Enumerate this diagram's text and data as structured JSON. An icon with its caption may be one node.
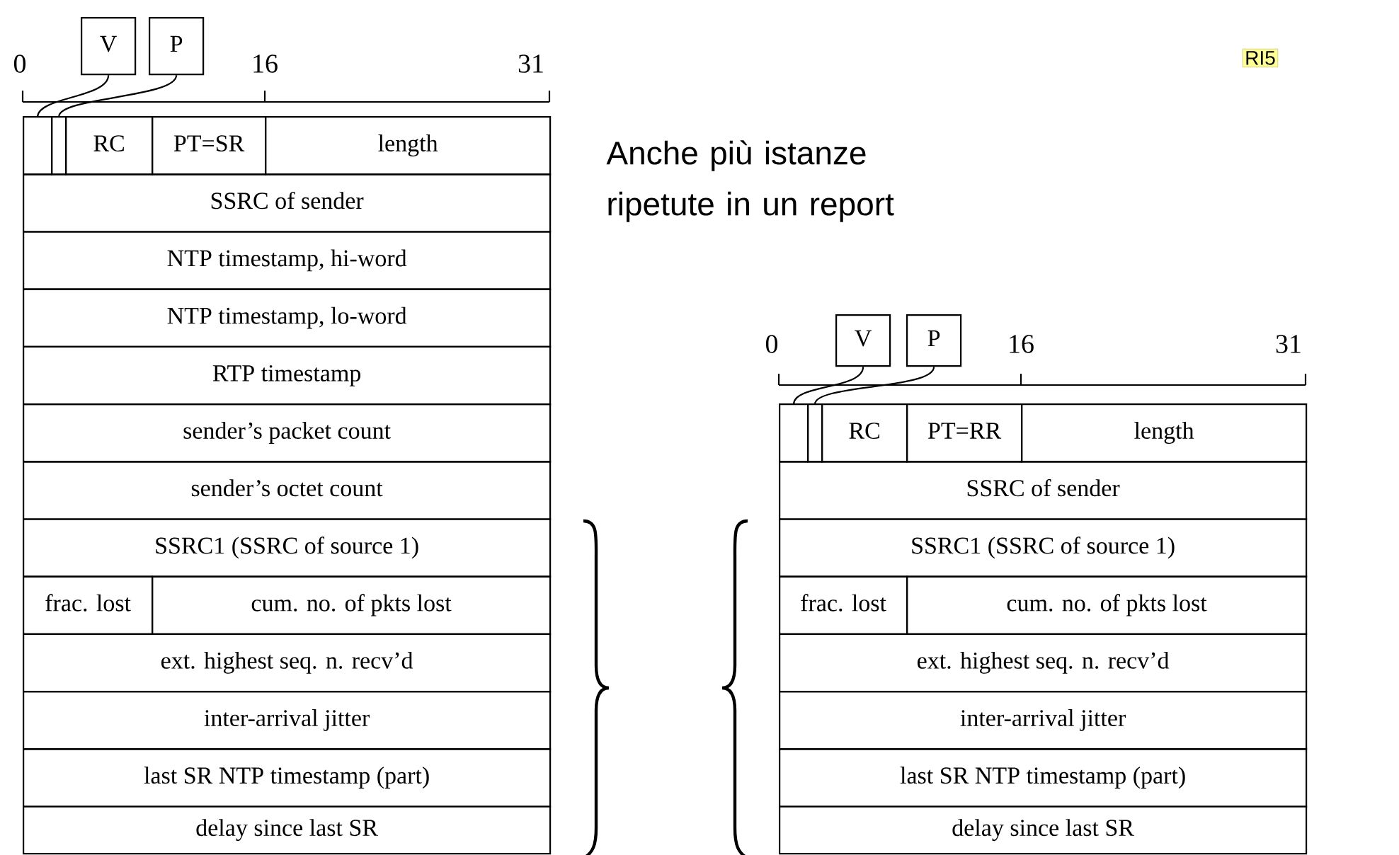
{
  "diagram": {
    "nodes": [
      {
        "text": [
          "V"
        ]
      },
      {
        "text": [
          "P"
        ]
      },
      {
        "text": [],
        "shape": "box"
      },
      {
        "text": [],
        "shape": "box"
      },
      {
        "text": [
          "RC"
        ]
      },
      {
        "text": [
          "PT=SR"
        ]
      },
      {
        "text": [
          "length"
        ]
      },
      {
        "text": [
          "SSRC of sender"
        ]
      },
      {
        "text": [
          "NTP timestamp, hi-word"
        ]
      },
      {
        "text": [
          "NTP timestamp, lo-word"
        ]
      },
      {
        "text": [
          "RTP timestamp"
        ]
      },
      {
        "text": [
          "sender’s packet count"
        ]
      },
      {
        "text": [
          "sender’s octet count"
        ]
      },
      {
        "text": [
          "SSRC1 (SSRC of source 1)"
        ]
      },
      {
        "text": [
          "frac. lost"
        ]
      },
      {
        "text": [
          "cum. no. of pkts lost"
        ]
      },
      {
        "text": [
          "ext. highest seq. n. recv’d"
        ]
      },
      {
        "text": [
          "inter-arrival jitter"
        ]
      },
      {
        "text": [
          "last SR NTP timestamp (part)"
        ]
      },
      {
        "text": [
          "delay since last SR"
        ]
      },
      {
        "text": [
          "V"
        ]
      },
      {
        "text": [
          "P"
        ]
      },
      {
        "text": [],
        "shape": "box"
      },
      {
        "text": [],
        "shape": "box"
      },
      {
        "text": [
          "RC"
        ]
      },
      {
        "text": [
          "PT=RR"
        ]
      },
      {
        "text": [
          "length"
        ]
      },
      {
        "text": [
          "SSRC of sender"
        ]
      },
      {
        "text": [
          "SSRC1 (SSRC of source 1)"
        ]
      },
      {
        "text": [
          "frac. lost"
        ]
      },
      {
        "text": [
          "cum. no. of pkts lost"
        ]
      },
      {
        "text": [
          "ext. highest seq. n. recv’d"
        ]
      },
      {
        "text": [
          "inter-arrival jitter"
        ]
      },
      {
        "text": [
          "last SR NTP timestamp (part)"
        ]
      },
      {
        "text": [
          "delay since last SR"
        ]
      }
    ],
    "edges": [
      {
        "from": 0,
        "to": 2,
        "arrow": "none"
      },
      {
        "from": 1,
        "to": 3,
        "arrow": "none"
      },
      {
        "from": 20,
        "to": 22,
        "arrow": "none"
      },
      {
        "from": 21,
        "to": 23,
        "arrow": "none"
      }
    ],
    "labels": [
      "0",
      "16",
      "31",
      "RI5",
      "Anche più istanze ripetute in un report",
      "0",
      "16",
      "31"
    ]
  }
}
